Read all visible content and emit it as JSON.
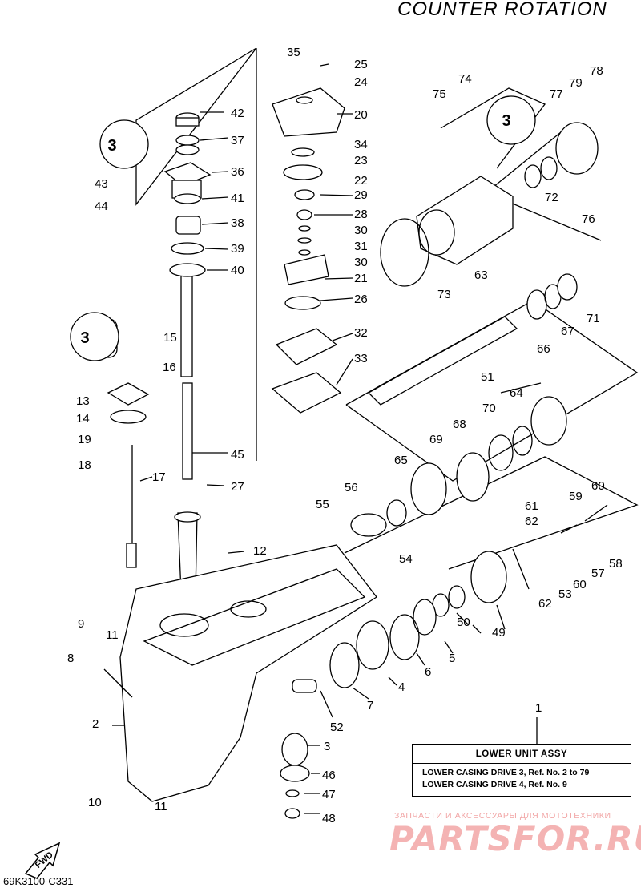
{
  "header": {
    "title": "COUNTER ROTATION"
  },
  "footer": {
    "code": "69K3100-C331"
  },
  "legend": {
    "heading": "LOWER UNIT ASSY",
    "lines": [
      "LOWER CASING DRIVE 3, Ref. No. 2 to 79",
      "LOWER CASING DRIVE 4, Ref. No. 9"
    ]
  },
  "watermark": {
    "tagline": "ЗАПЧАСТИ И АКСЕССУАРЫ ДЛЯ МОТОТЕХНИКИ",
    "brand": "PARTSFOR.RU"
  },
  "fwd_label": "FWD",
  "callout_letters": [
    "3",
    "3",
    "3"
  ],
  "part_labels": [
    "1",
    "2",
    "3",
    "4",
    "5",
    "6",
    "7",
    "8",
    "9",
    "10",
    "11",
    "11",
    "12",
    "13",
    "14",
    "15",
    "16",
    "17",
    "18",
    "19",
    "20",
    "21",
    "22",
    "23",
    "24",
    "25",
    "26",
    "27",
    "28",
    "29",
    "30",
    "30",
    "31",
    "32",
    "33",
    "34",
    "35",
    "36",
    "37",
    "38",
    "39",
    "40",
    "41",
    "42",
    "43",
    "44",
    "45",
    "46",
    "47",
    "48",
    "49",
    "50",
    "51",
    "52",
    "53",
    "54",
    "55",
    "56",
    "57",
    "58",
    "59",
    "60",
    "60",
    "61",
    "62",
    "62",
    "63",
    "64",
    "65",
    "66",
    "67",
    "68",
    "69",
    "70",
    "71",
    "72",
    "73",
    "74",
    "75",
    "76",
    "77",
    "78",
    "79"
  ],
  "colors": {
    "line": "#000000",
    "watermark": "#f4b3b3",
    "background": "#ffffff"
  }
}
